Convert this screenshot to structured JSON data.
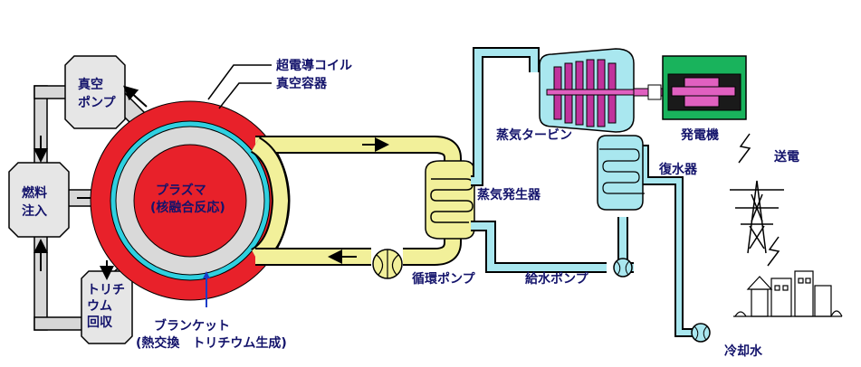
{
  "labels": {
    "superconducting_coil": "超電導コイル",
    "vacuum_vessel": "真空容器",
    "vacuum_pump": [
      "真空",
      "ポンプ"
    ],
    "fuel_injection": [
      "燃料",
      "注入"
    ],
    "tritium_recovery": [
      "トリチ",
      "ウム",
      "回収"
    ],
    "plasma": [
      "プラズマ",
      "(核融合反応)"
    ],
    "blanket": [
      "ブランケット",
      "(熱交換　トリチウム生成)"
    ],
    "steam_turbine": "蒸気タービン",
    "generator": "発電機",
    "power_transmission": "送電",
    "condenser": "復水器",
    "steam_generator": "蒸気発生器",
    "circulation_pump": "循環ポンプ",
    "feedwater_pump": "給水ポンプ",
    "cooling_water": "冷却水"
  },
  "colors": {
    "plasma": "#e8212a",
    "blanket": "#d9d9d9",
    "cyan_layer": "#2fd0e0",
    "primary_loop": "#f2f09a",
    "secondary_loop": "#a9e7ef",
    "pipe_outline": "#000000",
    "gray_pipe": "#d7d7d7",
    "turbine_blade": "#c0329c",
    "turbine_shaft": "#e060c0",
    "generator_body": "#19b35c",
    "label_navy": "#13136b"
  }
}
